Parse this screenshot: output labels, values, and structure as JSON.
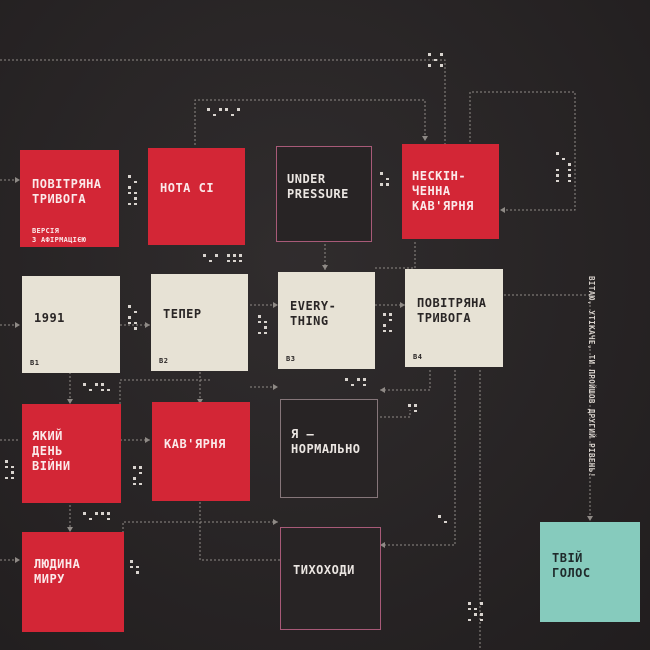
{
  "tiles": {
    "povitriana_tryvoha_afirmatsii": {
      "title": "ПОВІТРЯНА\nТРИВОГА",
      "subtitle": "ВЕРСІЯ\nЗ АФІРМАЦІЄЮ"
    },
    "nota_si": {
      "title": "НОТА СІ"
    },
    "under_pressure": {
      "title": "UNDER\nPRESSURE"
    },
    "neskinchenna_kavyarnia": {
      "title": "НЕСКІН-\nЧЕННА\nКАВ'ЯРНЯ"
    },
    "t1991": {
      "title": "1991",
      "code": "B1"
    },
    "teper": {
      "title": "ТЕПЕР",
      "code": "B2"
    },
    "everything": {
      "title": "EVERY-\nTHING",
      "code": "B3"
    },
    "povitriana_tryvoha": {
      "title": "ПОВІТРЯНА\nТРИВОГА",
      "code": "B4"
    },
    "yakyi_den_viiny": {
      "title": "ЯКИЙ\nДЕНЬ\nВІЙНИ"
    },
    "kavyarnia": {
      "title": "КАВ'ЯРНЯ"
    },
    "ya_normalno": {
      "title": "Я —\nНОРМАЛЬНО"
    },
    "liudyna_myru": {
      "title": "ЛЮДИНА\nМИРУ"
    },
    "tykhokhody": {
      "title": "ТИХОХОДИ"
    },
    "tvii_holos": {
      "title": "ТВІЙ\nГОЛОС"
    }
  },
  "side_note": "ВІТАЮ,\nУТІКАЧЕ, ТИ ПРОЙШОВ ДРУГИЙ РІВЕНЬ!",
  "colors": {
    "background": "#282425",
    "red": "#d32636",
    "cream": "#e7e2d5",
    "teal": "#86cbbd",
    "outline_pink": "#a85a78"
  }
}
